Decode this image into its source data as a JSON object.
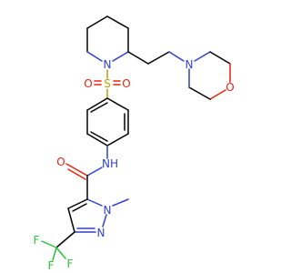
{
  "molecule": {
    "atoms": {
      "n_piperidine": "N",
      "n_morpholine": "N",
      "o_morpholine": "O",
      "s_sulfonyl": "S",
      "o_sulfonyl_left": "O",
      "o_sulfonyl_right": "O",
      "nh_amide": "NH",
      "o_carbonyl": "O",
      "n1_pyrazole": "N",
      "n2_pyrazole": "N",
      "f_left": "F",
      "f_right": "F",
      "f_bottom": "F"
    },
    "colors": {
      "carbon": "#000000",
      "nitrogen": "#2f3fd4",
      "oxygen": "#e8220e",
      "sulfur": "#b8a20c",
      "fluorine": "#2ec13b"
    }
  }
}
